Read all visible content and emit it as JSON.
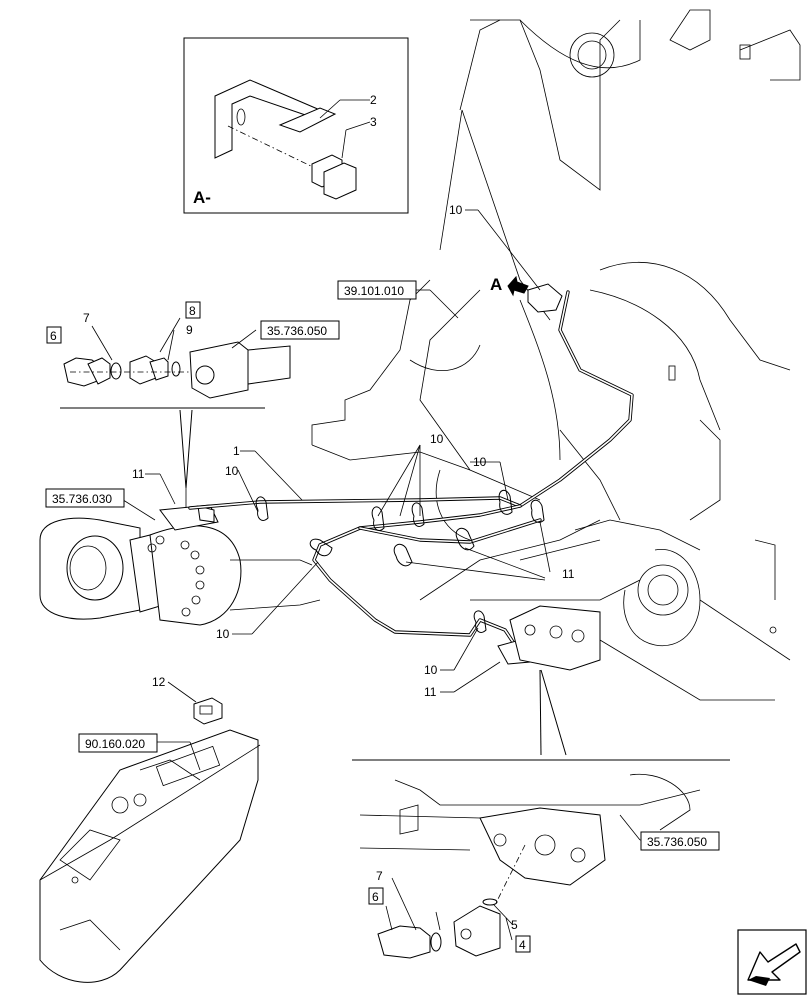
{
  "inset": {
    "view_label": "A-",
    "callouts": [
      "2",
      "3"
    ]
  },
  "view_arrow_label": "A",
  "refs": {
    "boom": "39.101.010",
    "valve_top": "35.736.050",
    "cylinder": "35.736.030",
    "console": "90.160.020",
    "valve_bottom": "35.736.050"
  },
  "callouts": {
    "c1": "1",
    "c4": "4",
    "c5": "5",
    "c6a": "6",
    "c6b": "6",
    "c7a": "7",
    "c7b": "7",
    "c8": "8",
    "c9": "9",
    "c10a": "10",
    "c10b": "10",
    "c10c": "10",
    "c10d": "10",
    "c10e": "10",
    "c10f": "10",
    "c11a": "11",
    "c11b": "11",
    "c11c": "11",
    "c12": "12"
  },
  "nav_icon": "previous-page-arrow-icon"
}
